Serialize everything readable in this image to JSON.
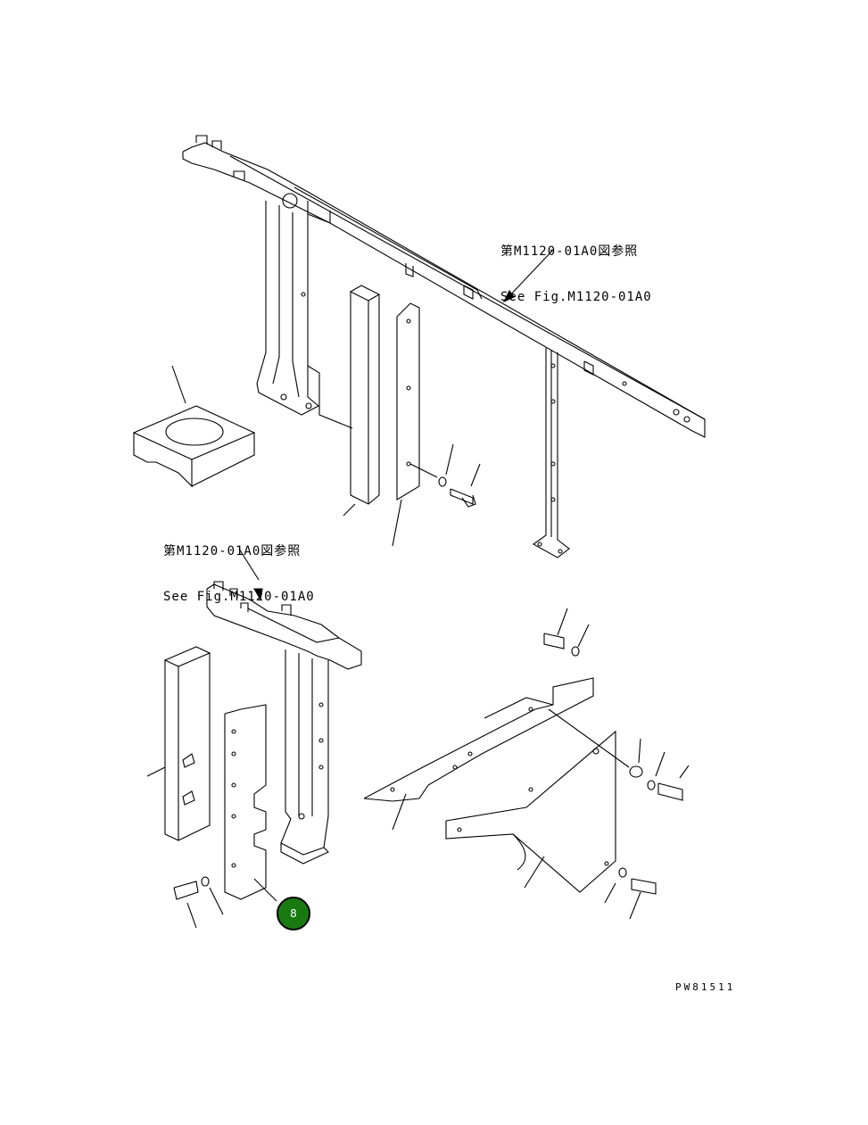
{
  "references": {
    "top": {
      "line_jp": "第M1120-01A0図参照",
      "line_en": "See Fig.M1120-01A0"
    },
    "middle": {
      "line_jp": "第M1120-01A0図参照",
      "line_en": "See Fig.M1120-01A0"
    }
  },
  "callout": {
    "label": "8",
    "color": "#1a7a12"
  },
  "drawing_code": "PW81511"
}
